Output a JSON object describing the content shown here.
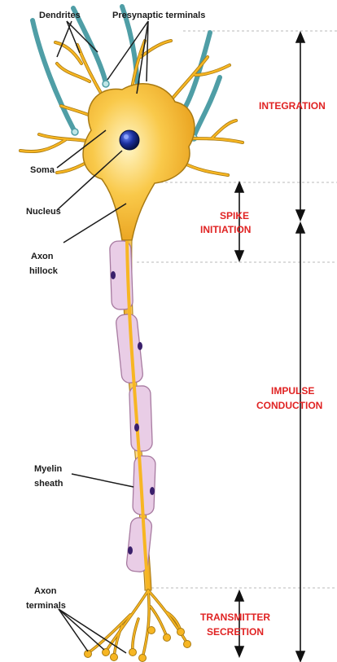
{
  "labels": {
    "dendrites": "Dendrites",
    "presynaptic": "Presynaptic terminals",
    "soma": "Soma",
    "nucleus": "Nucleus",
    "axon_hillock_1": "Axon",
    "axon_hillock_2": "hillock",
    "myelin_1": "Myelin",
    "myelin_2": "sheath",
    "axon_terminals_1": "Axon",
    "axon_terminals_2": "terminals"
  },
  "zones": {
    "integration": "INTEGRATION",
    "spike_1": "SPIKE",
    "spike_2": "INITIATION",
    "impulse_1": "IMPULSE",
    "impulse_2": "CONDUCTION",
    "transmitter_1": "TRANSMITTER",
    "transmitter_2": "SECRETION"
  },
  "colors": {
    "cell_body": "#f7b623",
    "cell_outline": "#a87a12",
    "myelin": "#e9cde6",
    "myelin_outline": "#a77aa0",
    "presynaptic_fiber": "#4f9ea6",
    "nucleus": "#0d1b6b",
    "zone_text": "#e02323"
  }
}
